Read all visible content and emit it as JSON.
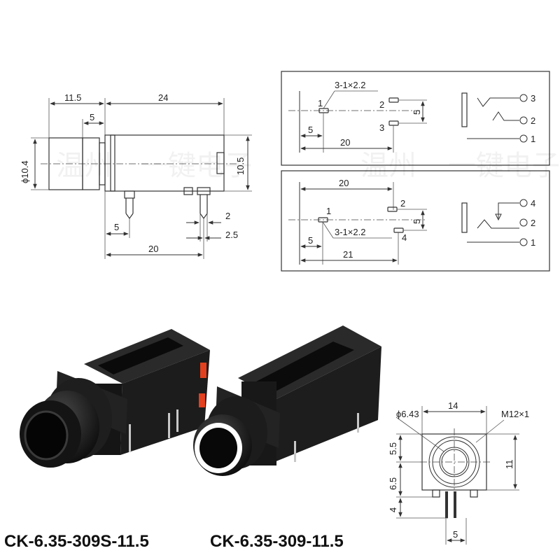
{
  "side_view": {
    "dims": {
      "body_len": "11.5",
      "total_len": "24",
      "offset": "5",
      "diameter": "ϕ10.4",
      "height": "10.5",
      "pin_offset": "5",
      "pin_width": "2",
      "pin_pitch": "2.5",
      "pin_span": "20"
    }
  },
  "layout_309": {
    "pin1": "1",
    "slot": "3-1×2.2",
    "pin2": "2",
    "pin3": "3",
    "pitch": "5",
    "off": "5",
    "span": "20",
    "schem": {
      "t3": "3",
      "t2": "2",
      "t1": "1"
    }
  },
  "layout_309s": {
    "span_top": "20",
    "pin2": "2",
    "pin1": "1",
    "pitch": "5",
    "off": "5",
    "slot": "3-1×2.2",
    "pin4": "4",
    "span_bottom": "21",
    "schem": {
      "t4": "4",
      "t2": "2",
      "t1": "1"
    }
  },
  "front_view": {
    "bore": "ϕ6.43",
    "width": "14",
    "thread": "M12×1",
    "h1": "5.5",
    "h2": "6.5",
    "h3": "4",
    "height": "11",
    "pin": "5"
  },
  "watermark": {
    "w1": "温州",
    "w2": "一键电子"
  },
  "models": {
    "left": "CK-6.35-309S-11.5",
    "right": "CK-6.35-309-11.5"
  },
  "colors": {
    "body": "#1a1a1a",
    "pad": "#e2401e",
    "metal": "#c8c8c8",
    "line": "#333333"
  }
}
